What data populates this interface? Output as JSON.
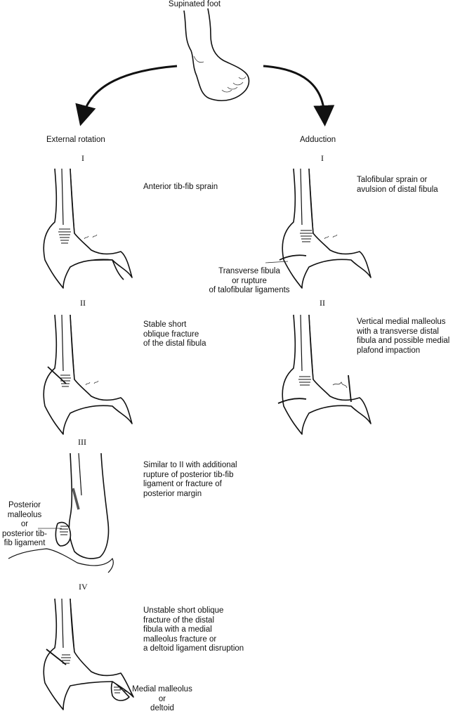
{
  "title": "Supinated foot",
  "branches": {
    "left": "External rotation",
    "right": "Adduction"
  },
  "stages": {
    "er1": {
      "numeral": "I",
      "caption": "Anterior tib-fib sprain"
    },
    "er2": {
      "numeral": "II",
      "caption": "Stable short\noblique fracture\nof the distal fibula"
    },
    "er3": {
      "numeral": "III",
      "caption": "Similar to II with additional\nrupture of posterior tib-fib\nligament or fracture of\nposterior margin"
    },
    "er4": {
      "numeral": "IV",
      "caption": "Unstable short oblique\nfracture of the distal\nfibula with a medial\nmalleolus fracture or\na deltoid ligament disruption"
    },
    "ad1": {
      "numeral": "I",
      "caption": "Talofibular sprain or\navulsion of distal fibula"
    },
    "ad2": {
      "numeral": "II",
      "caption": "Vertical medial malleolus\nwith a transverse distal\nfibula and possible medial\nplafond impaction"
    }
  },
  "callouts": {
    "transverse_fibula": "Transverse fibula\nor rupture\nof talofibular ligaments",
    "posterior_malleolus": "Posterior\nmalleolus\nor\nposterior tib-\nfib ligament",
    "medial_malleolus": "Medial malleolus\nor\ndeltoid"
  }
}
